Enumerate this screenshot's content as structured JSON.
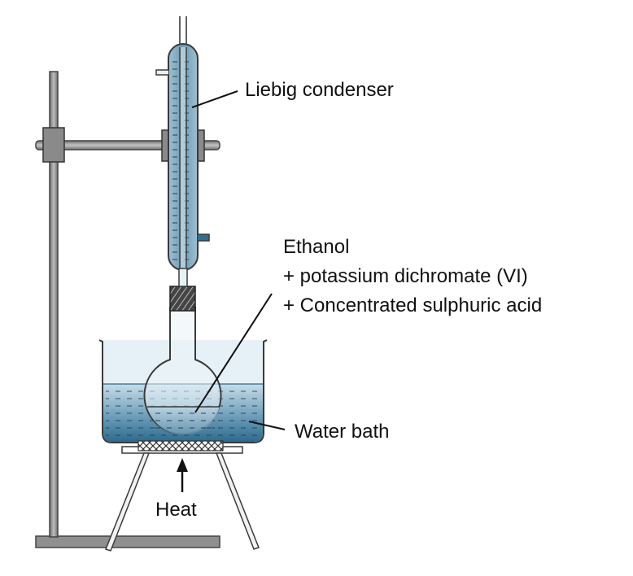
{
  "labels": {
    "condenser": "Liebig condenser",
    "reagents": [
      "Ethanol",
      "+ potassium dichromate (VI)",
      "+ Concentrated sulphuric acid"
    ],
    "water_bath": "Water bath",
    "heat": "Heat"
  },
  "colors": {
    "outline": "#3a3a3a",
    "water_light": "#bcd6e4",
    "water_dark": "#2f6f92",
    "glass": "#e3f0f6",
    "stand": "#8c8c8c",
    "stand_dark": "#555555"
  }
}
